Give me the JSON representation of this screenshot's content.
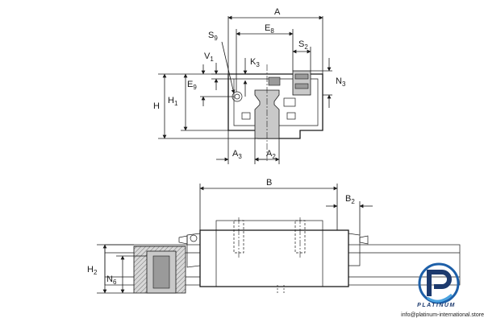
{
  "labels": {
    "A": "A",
    "E": "E",
    "E_sub": "8",
    "S": "S",
    "S9_sub": "9",
    "S2_sub": "2",
    "V": "V",
    "V_sub": "1",
    "K": "K",
    "K_sub": "3",
    "N": "N",
    "N3_sub": "3",
    "N6_sub": "6",
    "E9": "E",
    "E9_sub": "9",
    "H": "H",
    "H1": "H",
    "H1_sub": "1",
    "A3": "A",
    "A3_sub": "3",
    "A2": "A",
    "A2_sub": "2",
    "B": "B",
    "B2": "B",
    "B2_sub": "2",
    "H2": "H",
    "H2_sub": "2",
    "N6": "N"
  },
  "watermark": {
    "brand": "PLATINUM",
    "email": "info@platinum-international.store",
    "colors": {
      "blue": "#1d5fa8",
      "dark": "#1d3a6e"
    }
  }
}
